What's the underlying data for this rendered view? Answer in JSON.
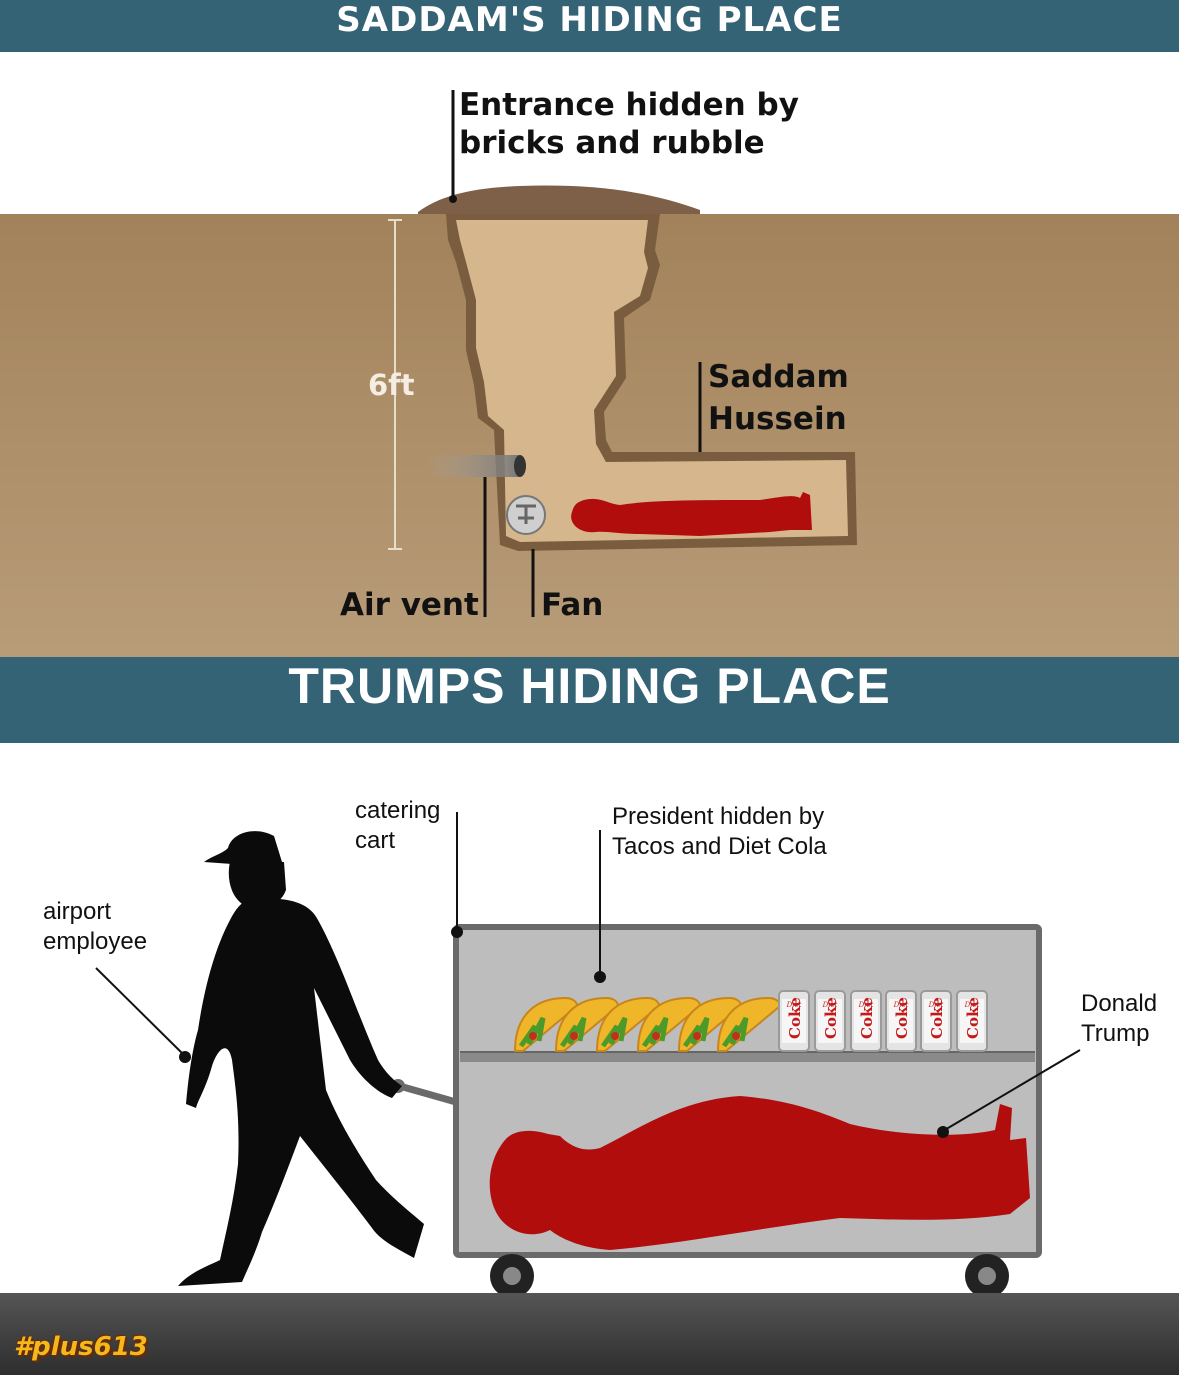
{
  "saddam_section": {
    "title": "SADDAM'S HIDING PLACE",
    "labels": {
      "entrance": "Entrance hidden by\nbricks and rubble",
      "depth": "6ft",
      "person": "Saddam\nHussein",
      "air_vent": "Air vent",
      "fan": "Fan"
    }
  },
  "trump_section": {
    "title": "TRUMPS HIDING PLACE",
    "labels": {
      "cart": "catering\ncart",
      "hidden_by": "President hidden by\nTacos and Diet Cola",
      "employee": "airport\nemployee",
      "person": "Donald\nTrump"
    },
    "can_label": "Coke",
    "can_top_label": "Diet"
  },
  "watermark": "#plus613",
  "colors": {
    "banner": "#356376",
    "soil": "#a3835c",
    "tunnel": "#d3b38a",
    "figure": "#b10d0d",
    "cart": "#b9b9b9",
    "ground": "#3a3a3a"
  }
}
